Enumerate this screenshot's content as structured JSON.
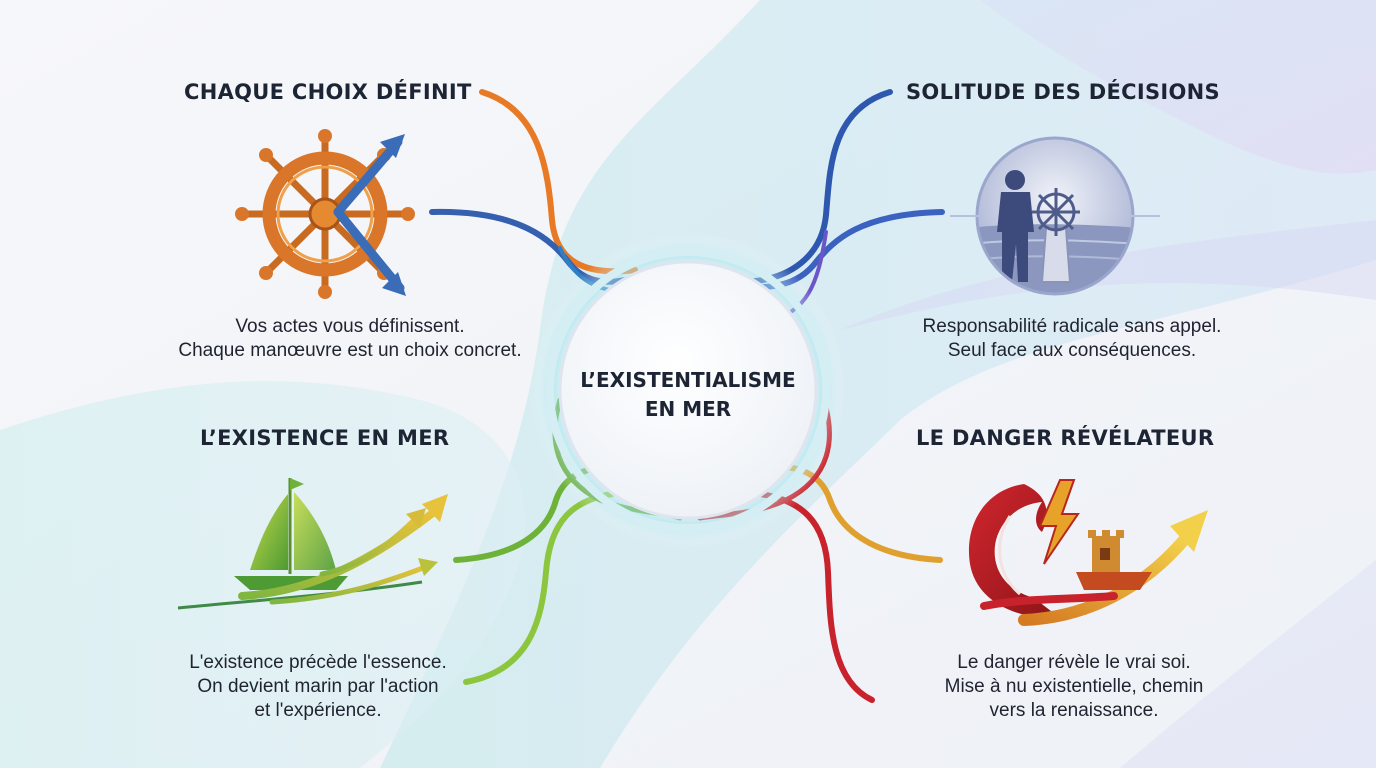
{
  "center": {
    "line1": "L’EXISTENTIALISME",
    "line2": "EN MER"
  },
  "quadrants": {
    "top_left": {
      "title": "CHAQUE CHOIX DÉFINIT",
      "desc_line1": "Vos actes vous définissent.",
      "desc_line2": "Chaque manœuvre est un choix concret.",
      "icon": "ship-wheel-arrow-icon"
    },
    "top_right": {
      "title": "SOLITUDE DES DÉCISIONS",
      "desc_line1": "Responsabilité radicale sans appel.",
      "desc_line2": "Seul face aux conséquences.",
      "icon": "lone-sailor-icon"
    },
    "bottom_left": {
      "title": "L’EXISTENCE EN MER",
      "desc_line1": "L'existence précède l'essence.",
      "desc_line2": "On devient marin par l'action",
      "desc_line3": "et l'expérience.",
      "icon": "sailboat-arrows-icon"
    },
    "bottom_right": {
      "title": "LE DANGER RÉVÉLATEUR",
      "desc_line1": "Le danger révèle le vrai soi.",
      "desc_line2": "Mise à nu existentielle, chemin",
      "desc_line3": "vers la renaissance.",
      "icon": "wave-lightning-ship-icon"
    }
  },
  "colors": {
    "orange": "#e97a25",
    "blue": "#3560b0",
    "green": "#6fb23a",
    "red": "#c8232c",
    "gold": "#e6b830",
    "text": "#1d2535"
  }
}
